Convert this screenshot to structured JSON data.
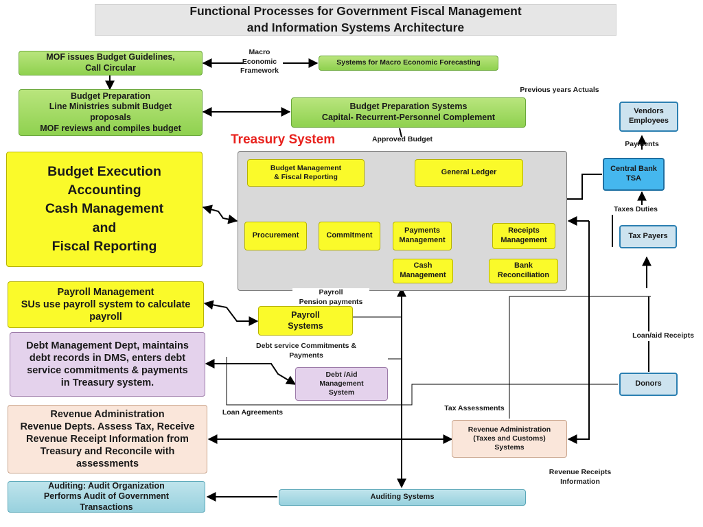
{
  "title": "Functional Processes for Government Fiscal Management\nand Information Systems Architecture",
  "treasury_title": "Treasury System",
  "left": {
    "mof_guidelines": "MOF issues Budget Guidelines,\nCall Circular",
    "budget_preparation": "Budget Preparation\nLine Ministries submit Budget\nproposals\nMOF reviews and compiles budget",
    "budget_execution": "Budget Execution\nAccounting\nCash Management\nand\nFiscal Reporting",
    "payroll_management": "Payroll Management\nSUs use payroll system to calculate\npayroll",
    "debt_management": "Debt Management Dept, maintains\ndebt records in DMS, enters debt\nservice commitments & payments\nin Treasury system.",
    "revenue_administration": "Revenue Administration\nRevenue Depts. Assess Tax, Receive\nRevenue Receipt Information from\nTreasury and Reconcile with\nassessments",
    "auditing": "Auditing: Audit Organization\nPerforms Audit of Government\nTransactions"
  },
  "systems": {
    "macro_forecasting": "Systems for Macro Economic  Forecasting",
    "budget_prep_systems": "Budget Preparation Systems\nCapital- Recurrent-Personnel Complement",
    "budget_mgmt": "Budget Management\n& Fiscal Reporting",
    "general_ledger": "General Ledger",
    "procurement": "Procurement",
    "commitment": "Commitment",
    "payments_mgmt": "Payments\nManagement",
    "receipts_mgmt": "Receipts\nManagement",
    "cash_mgmt": "Cash\nManagement",
    "bank_reconciliation": "Bank\nReconciliation",
    "payroll_systems": "Payroll\nSystems",
    "debt_aid_system": "Debt /Aid\nManagement\nSystem",
    "revenue_systems": "Revenue Administration\n(Taxes and Customs)\nSystems",
    "auditing_systems": "Auditing Systems"
  },
  "external": {
    "vendors": "Vendors\nEmployees",
    "central_bank": "Central Bank\nTSA",
    "tax_payers": "Tax Payers",
    "donors": "Donors"
  },
  "labels": {
    "macro_framework": "Macro\nEconomic\nFramework",
    "previous_actuals": "Previous years Actuals",
    "approved_budget": "Approved Budget",
    "payments": "Payments",
    "taxes_duties": "Taxes Duties",
    "payroll_pension": "Payroll\nPension payments",
    "debt_service": "Debt service Commitments &\nPayments",
    "loan_aid_receipts": "Loan/aid Receipts",
    "loan_agreements": "Loan Agreements",
    "tax_assessments": "Tax Assessments",
    "revenue_receipts": "Revenue Receipts\nInformation"
  }
}
